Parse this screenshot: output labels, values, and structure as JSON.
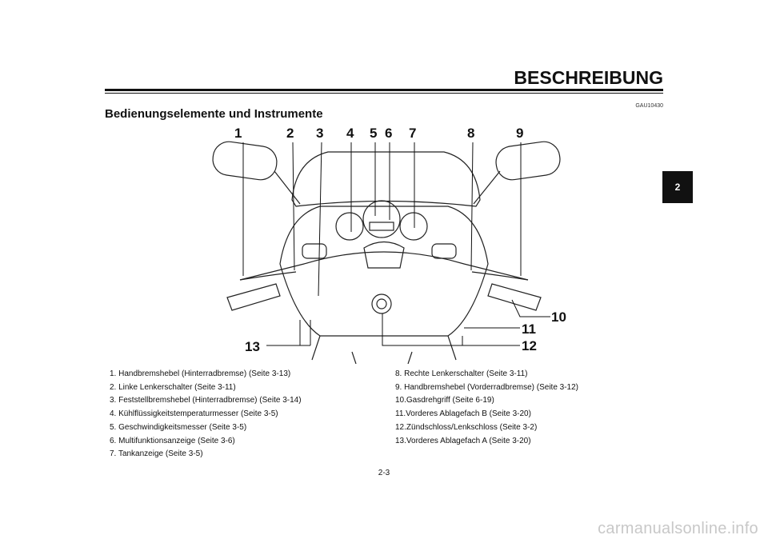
{
  "header": {
    "section": "BESCHREIBUNG",
    "code": "GAU10430",
    "title": "Bedienungselemente und Instrumente"
  },
  "side_tab": "2",
  "callouts": [
    "1",
    "2",
    "3",
    "4",
    "5",
    "6",
    "7",
    "8",
    "9",
    "10",
    "11",
    "12",
    "13"
  ],
  "legend_left": [
    "1. Handbremshebel (Hinterradbremse) (Seite 3-13)",
    "2. Linke Lenkerschalter (Seite 3-11)",
    "3. Feststellbremshebel (Hinterradbremse) (Seite 3-14)",
    "4. Kühlflüssigkeitstemperaturmesser (Seite 3-5)",
    "5. Geschwindigkeitsmesser (Seite 3-5)",
    "6. Multifunktionsanzeige (Seite 3-6)",
    "7. Tankanzeige (Seite 3-5)"
  ],
  "legend_right": [
    "8. Rechte Lenkerschalter (Seite 3-11)",
    "9. Handbremshebel (Vorderradbremse) (Seite 3-12)",
    "10.Gasdrehgriff (Seite 6-19)",
    "11.Vorderes Ablagefach B (Seite 3-20)",
    "12.Zündschloss/Lenkschloss (Seite 3-2)",
    "13.Vorderes Ablagefach A (Seite 3-20)"
  ],
  "footer": {
    "page": "2-3",
    "watermark": "carmanualsonline.info"
  }
}
